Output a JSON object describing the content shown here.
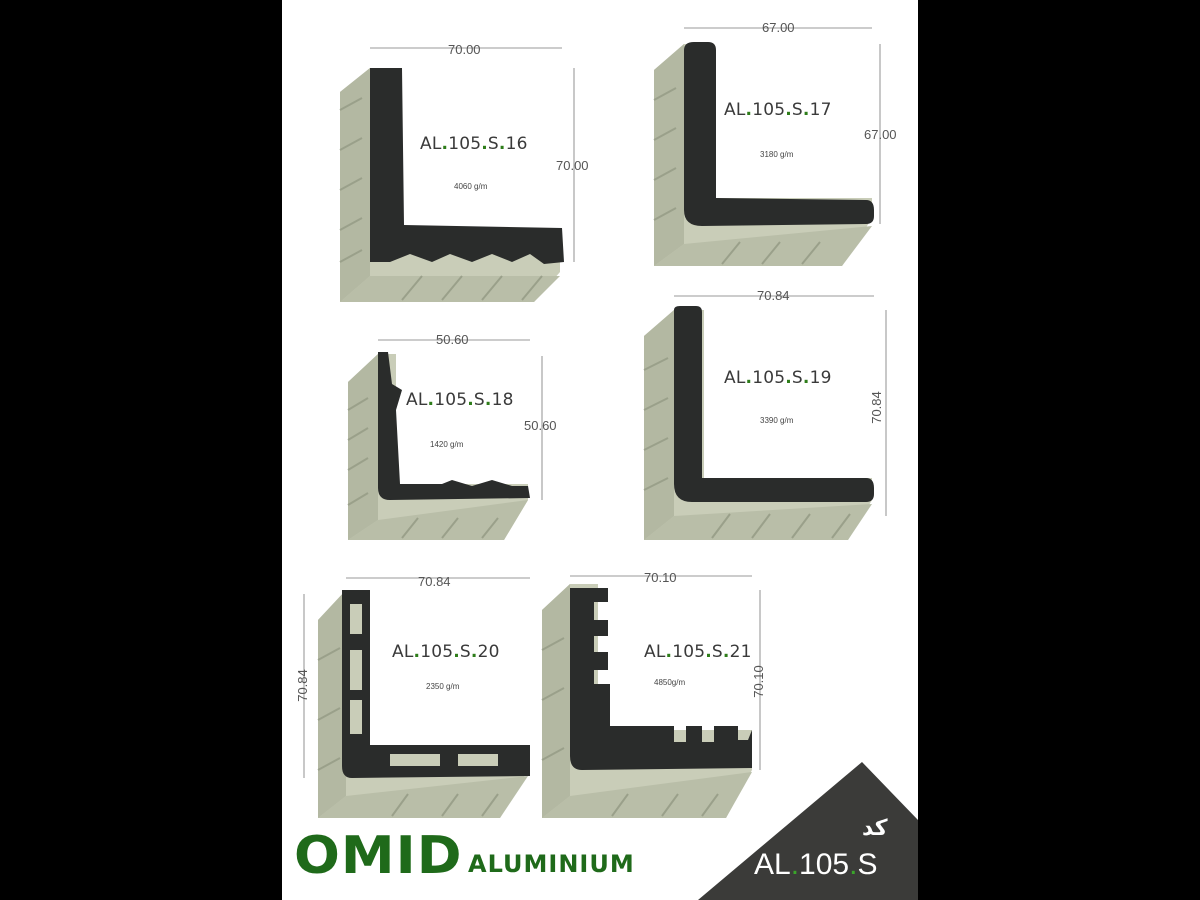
{
  "page": {
    "background": "#000000",
    "sheet_background": "#ffffff"
  },
  "colors": {
    "profile_dark": "#2a2c2b",
    "profile_face": "#c9cdb8",
    "profile_face_shade": "#a9ae99",
    "brand_green": "#1f6a1a",
    "corner": "#3b3b39"
  },
  "profiles": [
    {
      "code_prefix": "AL",
      "code_mid": "105",
      "code_suffix": "S",
      "code_num": "16",
      "weight": "4060 g/m",
      "dim_h": "70.00",
      "dim_v": "70.00"
    },
    {
      "code_prefix": "AL",
      "code_mid": "105",
      "code_suffix": "S",
      "code_num": "17",
      "weight": "3180 g/m",
      "dim_h": "67.00",
      "dim_v": "67.00"
    },
    {
      "code_prefix": "AL",
      "code_mid": "105",
      "code_suffix": "S",
      "code_num": "18",
      "weight": "1420 g/m",
      "dim_h": "50.60",
      "dim_v": "50.60"
    },
    {
      "code_prefix": "AL",
      "code_mid": "105",
      "code_suffix": "S",
      "code_num": "19",
      "weight": "3390 g/m",
      "dim_h": "70.84",
      "dim_v": "70.84"
    },
    {
      "code_prefix": "AL",
      "code_mid": "105",
      "code_suffix": "S",
      "code_num": "20",
      "weight": "2350 g/m",
      "dim_h": "70.84",
      "dim_v": "70.84"
    },
    {
      "code_prefix": "AL",
      "code_mid": "105",
      "code_suffix": "S",
      "code_num": "21",
      "weight": "4850g/m",
      "dim_h": "70.10",
      "dim_v": "70.10"
    }
  ],
  "brand": {
    "name": "OMID",
    "sub": "ALUMINIUM"
  },
  "series": {
    "label": "کد",
    "prefix": "AL",
    "mid": "105",
    "suffix": "S"
  }
}
